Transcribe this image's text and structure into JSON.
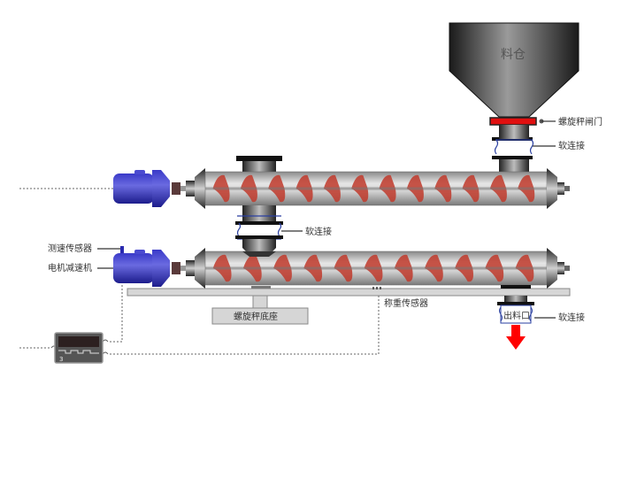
{
  "title": "螺旋秤系统示意图",
  "labels": {
    "hopper": "料仓",
    "gate_valve": "螺旋秤闸门",
    "soft_joint_top": "软连接",
    "soft_joint_middle": "软连接",
    "soft_joint_outlet": "软连接",
    "speed_sensor": "测速传感器",
    "motor_reducer": "电机减速机",
    "scale_base": "螺旋秤底座",
    "load_cell": "称重传感器",
    "outlet": "出料口"
  },
  "controller": {
    "display_digit": "3"
  },
  "colors": {
    "motor": "#2a2ab0",
    "flight": "#c0392b",
    "gate": "#e01010",
    "arrow": "#ff0000",
    "bellows": "#2a3fa0"
  },
  "screw_flights": {
    "upper": 12,
    "lower": 11
  }
}
